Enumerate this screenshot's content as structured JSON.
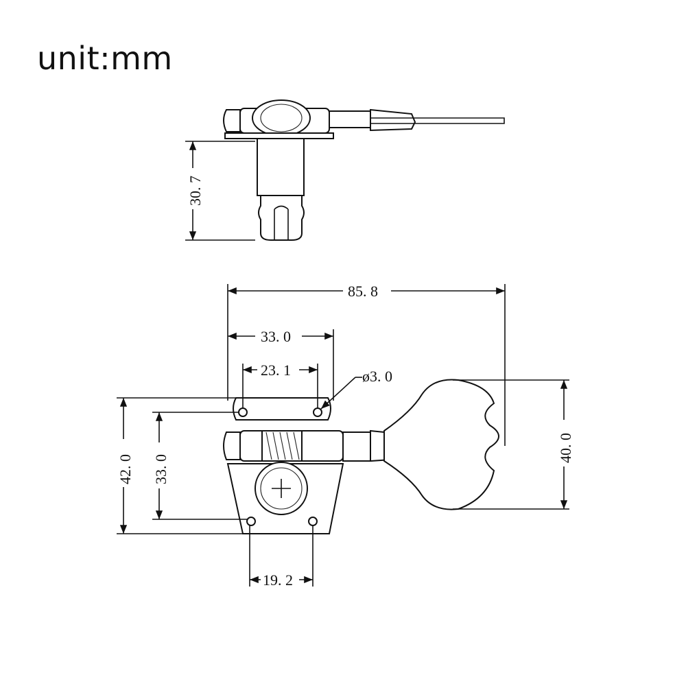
{
  "header": {
    "unit_label": "unit:mm"
  },
  "dimensions": {
    "post_height": "30. 7",
    "overall_length": "85. 8",
    "plate_width": "33. 0",
    "top_hole_spacing": "23. 1",
    "hole_diameter": "ø3. 0",
    "plate_height": "42. 0",
    "inner_height": "33. 0",
    "bottom_hole_spacing": "19. 2",
    "key_height": "40. 0"
  },
  "colors": {
    "ink": "#111111",
    "paper": "#ffffff"
  }
}
